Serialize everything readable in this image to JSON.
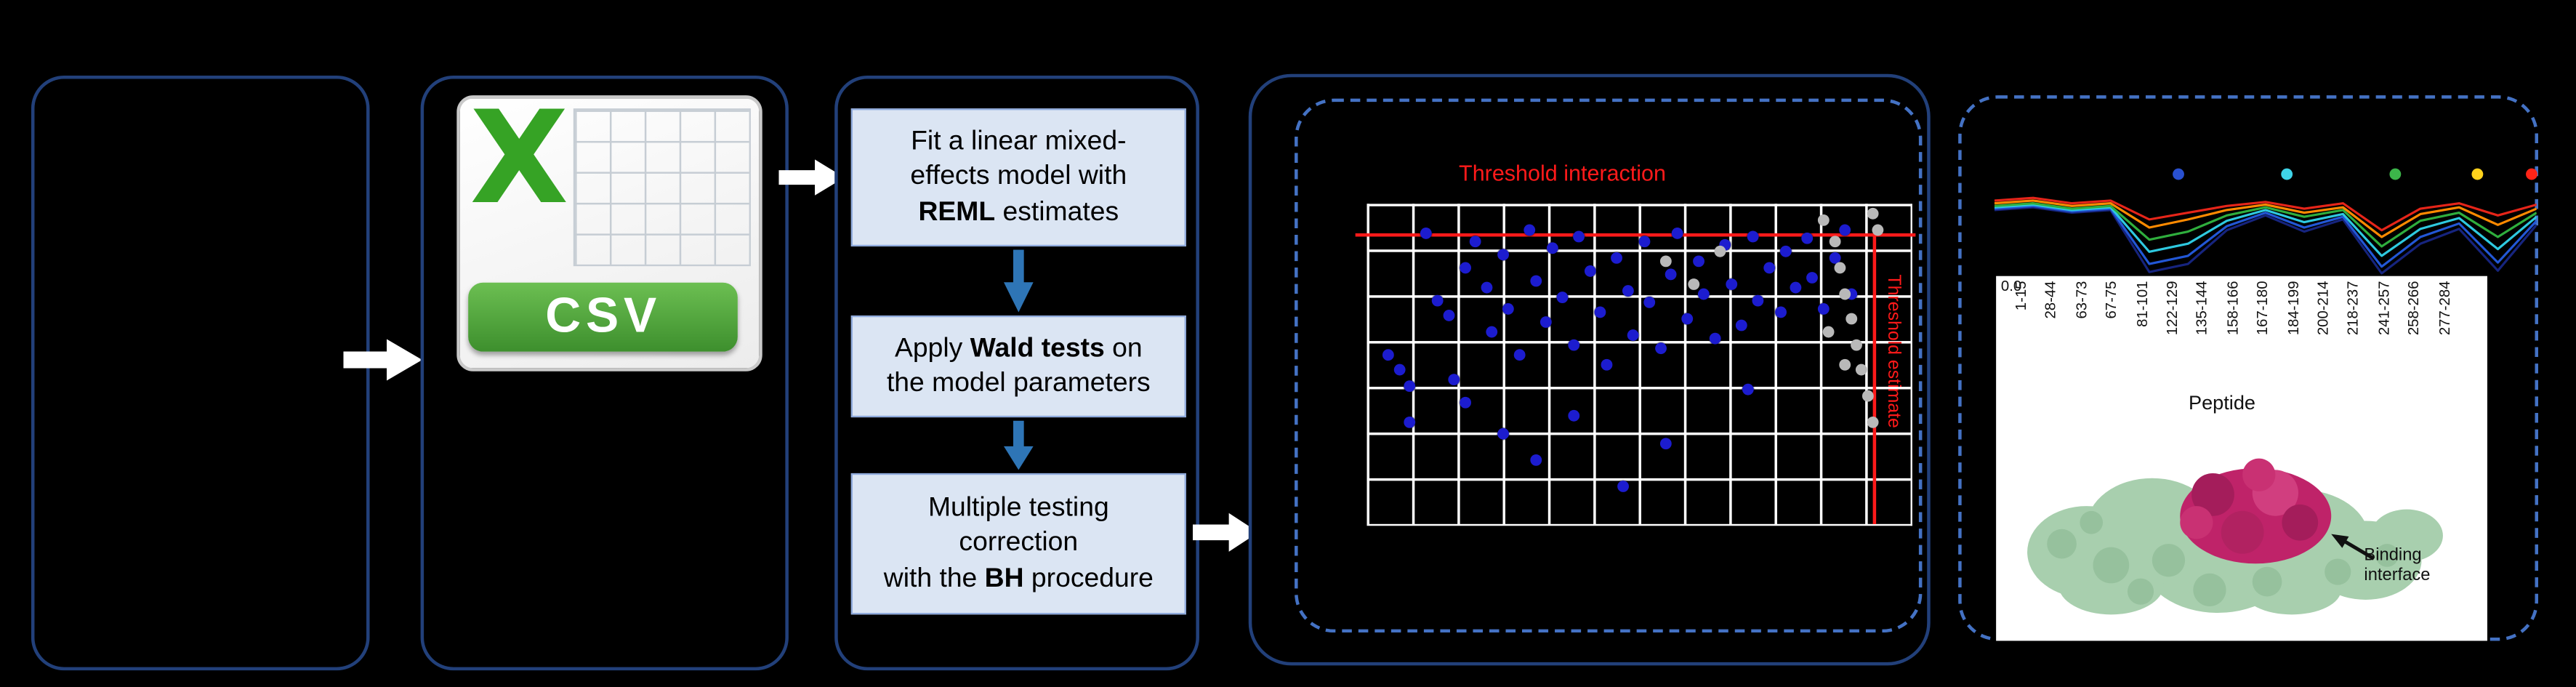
{
  "colors": {
    "threshold_red": "#ff1a1a",
    "scatter_blue": "#1c1ccf",
    "scatter_gray": "#b9b9b9",
    "flow_box_fill": "#dbe5f3",
    "panel_border": "#22407a",
    "dashed_border": "#4472c4"
  },
  "csv_icon": {
    "letter": "X",
    "banner": "CSV"
  },
  "flow_boxes": [
    {
      "lines": [
        [
          {
            "text": "Fit a linear mixed-"
          }
        ],
        [
          {
            "text": "effects model with"
          }
        ],
        [
          {
            "text": "REML",
            "bold": true
          },
          {
            "text": " estimates"
          }
        ]
      ]
    },
    {
      "lines": [
        [
          {
            "text": "Apply "
          },
          {
            "text": "Wald tests",
            "bold": true
          },
          {
            "text": " on"
          }
        ],
        [
          {
            "text": "the model parameters"
          }
        ]
      ]
    },
    {
      "lines": [
        [
          {
            "text": "Multiple testing"
          }
        ],
        [
          {
            "text": "correction"
          }
        ],
        [
          {
            "text": "with the "
          },
          {
            "text": "BH",
            "bold": true
          },
          {
            "text": " procedure"
          }
        ]
      ]
    }
  ],
  "scatter": {
    "title": "Threshold interaction",
    "side_label": "Threshold estimate",
    "h_threshold_pct": 9,
    "v_threshold_pct": 93,
    "grid": {
      "cols": 12,
      "rows": 7
    },
    "blue_points": [
      [
        11,
        9
      ],
      [
        20,
        12
      ],
      [
        30,
        8
      ],
      [
        39,
        10
      ],
      [
        51,
        12
      ],
      [
        57,
        9
      ],
      [
        71,
        10
      ],
      [
        81,
        11
      ],
      [
        88,
        8
      ],
      [
        13,
        30
      ],
      [
        15,
        35
      ],
      [
        18,
        20
      ],
      [
        22,
        26
      ],
      [
        23,
        40
      ],
      [
        25,
        16
      ],
      [
        26,
        33
      ],
      [
        28,
        47
      ],
      [
        31,
        24
      ],
      [
        33,
        37
      ],
      [
        34,
        14
      ],
      [
        36,
        29
      ],
      [
        38,
        44
      ],
      [
        41,
        21
      ],
      [
        43,
        34
      ],
      [
        44,
        50
      ],
      [
        46,
        17
      ],
      [
        48,
        27
      ],
      [
        49,
        41
      ],
      [
        52,
        31
      ],
      [
        54,
        45
      ],
      [
        56,
        22
      ],
      [
        59,
        36
      ],
      [
        61,
        18
      ],
      [
        62,
        28
      ],
      [
        64,
        42
      ],
      [
        66,
        13
      ],
      [
        67,
        25
      ],
      [
        69,
        38
      ],
      [
        72,
        30
      ],
      [
        74,
        20
      ],
      [
        76,
        34
      ],
      [
        77,
        15
      ],
      [
        79,
        26
      ],
      [
        82,
        23
      ],
      [
        84,
        33
      ],
      [
        86,
        17
      ],
      [
        89,
        28
      ],
      [
        4,
        47
      ],
      [
        6,
        52
      ],
      [
        8,
        57
      ],
      [
        16,
        55
      ],
      [
        18,
        62
      ],
      [
        25,
        72
      ],
      [
        31,
        80
      ],
      [
        38,
        66
      ],
      [
        47,
        88
      ],
      [
        55,
        75
      ],
      [
        70,
        58
      ],
      [
        8,
        68
      ]
    ],
    "gray_points": [
      [
        55,
        18
      ],
      [
        60,
        25
      ],
      [
        65,
        15
      ],
      [
        84,
        5
      ],
      [
        86,
        12
      ],
      [
        87,
        20
      ],
      [
        88,
        28
      ],
      [
        89,
        36
      ],
      [
        90,
        44
      ],
      [
        91,
        52
      ],
      [
        92,
        60
      ],
      [
        93,
        68
      ],
      [
        88,
        50
      ],
      [
        85,
        40
      ],
      [
        94,
        8
      ],
      [
        93,
        3
      ]
    ]
  },
  "profile_chart": {
    "y_tick": "0.0",
    "legend_dots": [
      {
        "color": "#2950d0",
        "x_pct": 34
      },
      {
        "color": "#3fd4e8",
        "x_pct": 54
      },
      {
        "color": "#3cb64a",
        "x_pct": 74
      },
      {
        "color": "#ffd21c",
        "x_pct": 89
      },
      {
        "color": "#ff2417",
        "x_pct": 99
      }
    ],
    "series": [
      {
        "name": "navy",
        "color": "#16247e",
        "values": [
          0.49,
          0.51,
          0.47,
          0.49,
          0.03,
          0.09,
          0.34,
          0.45,
          0.33,
          0.42,
          0.02,
          0.24,
          0.35,
          0.04,
          0.38
        ]
      },
      {
        "name": "blue",
        "color": "#2257d6",
        "values": [
          0.5,
          0.52,
          0.48,
          0.5,
          0.09,
          0.15,
          0.37,
          0.47,
          0.36,
          0.44,
          0.07,
          0.29,
          0.39,
          0.1,
          0.41
        ]
      },
      {
        "name": "cyan",
        "color": "#2ec9e0",
        "values": [
          0.51,
          0.53,
          0.49,
          0.51,
          0.18,
          0.24,
          0.41,
          0.49,
          0.4,
          0.46,
          0.15,
          0.35,
          0.43,
          0.2,
          0.44
        ]
      },
      {
        "name": "green",
        "color": "#2fae3d",
        "values": [
          0.52,
          0.54,
          0.5,
          0.52,
          0.27,
          0.33,
          0.45,
          0.51,
          0.44,
          0.49,
          0.22,
          0.41,
          0.47,
          0.29,
          0.47
        ]
      },
      {
        "name": "orange",
        "color": "#ff8a00",
        "values": [
          0.54,
          0.56,
          0.52,
          0.54,
          0.36,
          0.42,
          0.49,
          0.53,
          0.47,
          0.51,
          0.29,
          0.46,
          0.51,
          0.38,
          0.5
        ]
      },
      {
        "name": "red",
        "color": "#e62519",
        "values": [
          0.56,
          0.58,
          0.54,
          0.56,
          0.42,
          0.47,
          0.52,
          0.55,
          0.5,
          0.54,
          0.34,
          0.5,
          0.54,
          0.45,
          0.53
        ]
      }
    ]
  },
  "peptide_axis": {
    "labels": [
      "1-15",
      "28-44",
      "63-73",
      "67-75",
      "81-101",
      "122-129",
      "135-144",
      "158-166",
      "167-180",
      "184-199",
      "200-214",
      "218-237",
      "241-257",
      "258-266",
      "277-284"
    ],
    "title": "Peptide"
  },
  "protein": {
    "annotation": "Binding interface"
  }
}
